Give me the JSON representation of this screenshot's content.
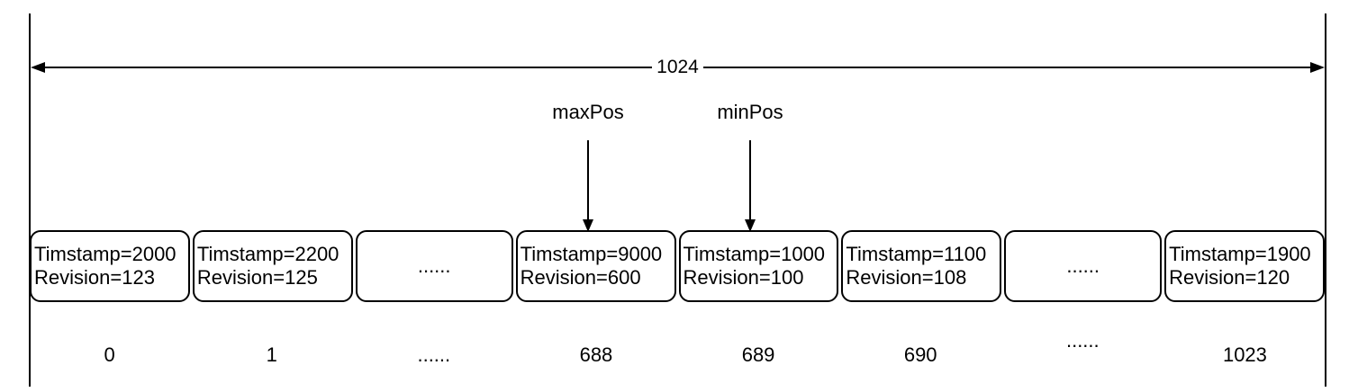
{
  "diagram": {
    "background_color": "#ffffff",
    "line_color": "#000000",
    "span_arrow": {
      "label": "1024"
    },
    "pointers": {
      "max": {
        "label": "maxPos"
      },
      "min": {
        "label": "minPos"
      }
    },
    "cells": {
      "items": [
        {
          "line1": "Timstamp=2000",
          "line2": "Revision=123",
          "index": "0"
        },
        {
          "line1": "Timstamp=2200",
          "line2": "Revision=125",
          "index": "1"
        },
        {
          "text": "......",
          "index": "......"
        },
        {
          "line1": "Timstamp=9000",
          "line2": "Revision=600",
          "index": "688"
        },
        {
          "line1": "Timstamp=1000",
          "line2": "Revision=100",
          "index": "689"
        },
        {
          "line1": "Timstamp=1100",
          "line2": "Revision=108",
          "index": "690"
        },
        {
          "text": "......",
          "index": "......"
        },
        {
          "line1": "Timstamp=1900",
          "line2": "Revision=120",
          "index": "1023"
        }
      ]
    }
  }
}
